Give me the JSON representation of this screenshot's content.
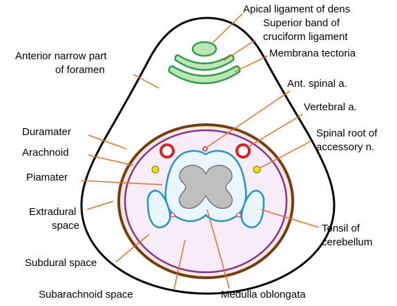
{
  "labels": {
    "apical_ligament": "Apical ligament of dens",
    "superior_band_l1": "Superior band of",
    "superior_band_l2": "cruciform ligament",
    "membrana_tectoria": "Membrana tectoria",
    "anterior_part_l1": "Anterior narrow part",
    "anterior_part_l2": "of foramen",
    "ant_spinal": "Ant. spinal a.",
    "vertebral": "Vertebral a.",
    "spinal_root_l1": "Spinal root of",
    "spinal_root_l2": "accessory n.",
    "duramater": "Duramater",
    "arachnoid": "Arachnoid",
    "piamater": "Piamater",
    "extradural_l1": "Extradural",
    "extradural_l2": "space",
    "tonsil_l1": "Tonsil of",
    "tonsil_l2": "cerebellum",
    "subdural": "Subdural space",
    "subarachnoid": "Subarachnoid space",
    "medulla": "Medulla oblongata"
  },
  "colors": {
    "outline": "#000000",
    "ligaments": "#2e9d4a",
    "ligament_fill": "#b9e6b4",
    "dura": "#7a3a10",
    "dura_fill": "#f4eddc",
    "arachnoid": "#8a2f9a",
    "arachnoid_fill": "#f7ecf8",
    "pia": "#1f95d4",
    "medulla_fill": "#eaf6fd",
    "grey_matter": "#bfbfbf",
    "vertebral_artery": "#e21d1d",
    "accessory_nerve": "#e8e200",
    "leader": "#f26d1f"
  }
}
